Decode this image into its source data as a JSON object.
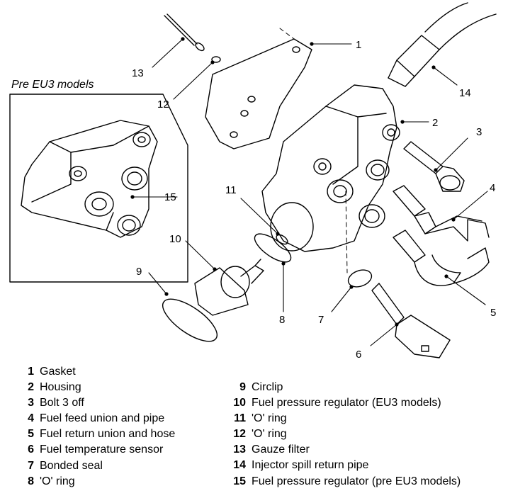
{
  "inset": {
    "title": "Pre EU3 models"
  },
  "callouts": [
    "1",
    "2",
    "3",
    "4",
    "5",
    "6",
    "7",
    "8",
    "9",
    "10",
    "11",
    "12",
    "13",
    "14",
    "15"
  ],
  "legend": [
    {
      "num": "1",
      "text": "Gasket"
    },
    {
      "num": "2",
      "text": "Housing"
    },
    {
      "num": "3",
      "text": "Bolt 3 off"
    },
    {
      "num": "4",
      "text": "Fuel feed union and pipe"
    },
    {
      "num": "5",
      "text": "Fuel return union and hose"
    },
    {
      "num": "6",
      "text": "Fuel temperature sensor"
    },
    {
      "num": "7",
      "text": "Bonded seal"
    },
    {
      "num": "8",
      "text": "'O' ring"
    },
    {
      "num": "9",
      "text": "Circlip"
    },
    {
      "num": "10",
      "text": "Fuel pressure regulator (EU3 models)"
    },
    {
      "num": "11",
      "text": "'O' ring"
    },
    {
      "num": "12",
      "text": "'O' ring"
    },
    {
      "num": "13",
      "text": "Gauze filter"
    },
    {
      "num": "14",
      "text": "Injector spill return pipe"
    },
    {
      "num": "15",
      "text": "Fuel pressure regulator (pre EU3 models)"
    }
  ]
}
